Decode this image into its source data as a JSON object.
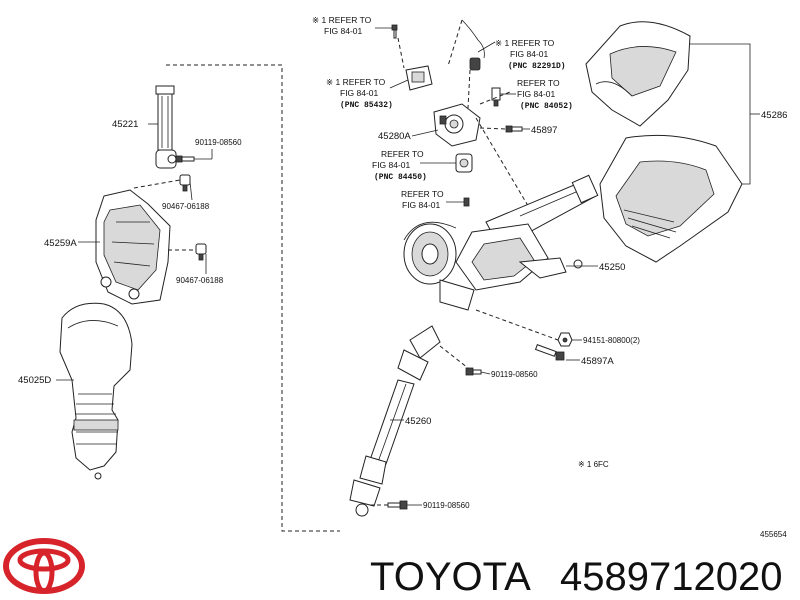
{
  "labels": {
    "p45221": "45221",
    "p90119a": "90119-08560",
    "p90467a": "90467-06188",
    "p45259a": "45259A",
    "p90467b": "90467-06188",
    "p45025d": "45025D",
    "p45280a": "45280A",
    "p45897": "45897",
    "p45286": "45286",
    "p45250": "45250",
    "p94151": "94151-80800(2)",
    "p45897a": "45897A",
    "p90119b": "90119-08560",
    "p45260": "45260",
    "p90119c": "90119-08560"
  },
  "notes": {
    "n1": {
      "line1": "※ 1 REFER TO",
      "line2": "FIG 84-01"
    },
    "n2": {
      "line1": "※ 1 REFER TO",
      "line2": "FIG 84-01",
      "pnc": "(PNC 82291D)"
    },
    "n3": {
      "line1": "※ 1 REFER TO",
      "line2": "FIG 84-01",
      "pnc": "(PNC 85432)"
    },
    "n4": {
      "line1": "REFER TO",
      "line2": "FIG 84-01",
      "pnc": "(PNC 84052)"
    },
    "n5": {
      "line1": "REFER TO",
      "line2": "FIG 84-01",
      "pnc": "(PNC 84450)"
    },
    "n6": {
      "line1": "REFER TO",
      "line2": "FIG 84-01"
    }
  },
  "footnote": "※ 1 6FC",
  "diagram_id": "455654",
  "brand": {
    "name": "TOYOTA",
    "part_number": "4589712020",
    "logo_color": "#d7242b"
  }
}
